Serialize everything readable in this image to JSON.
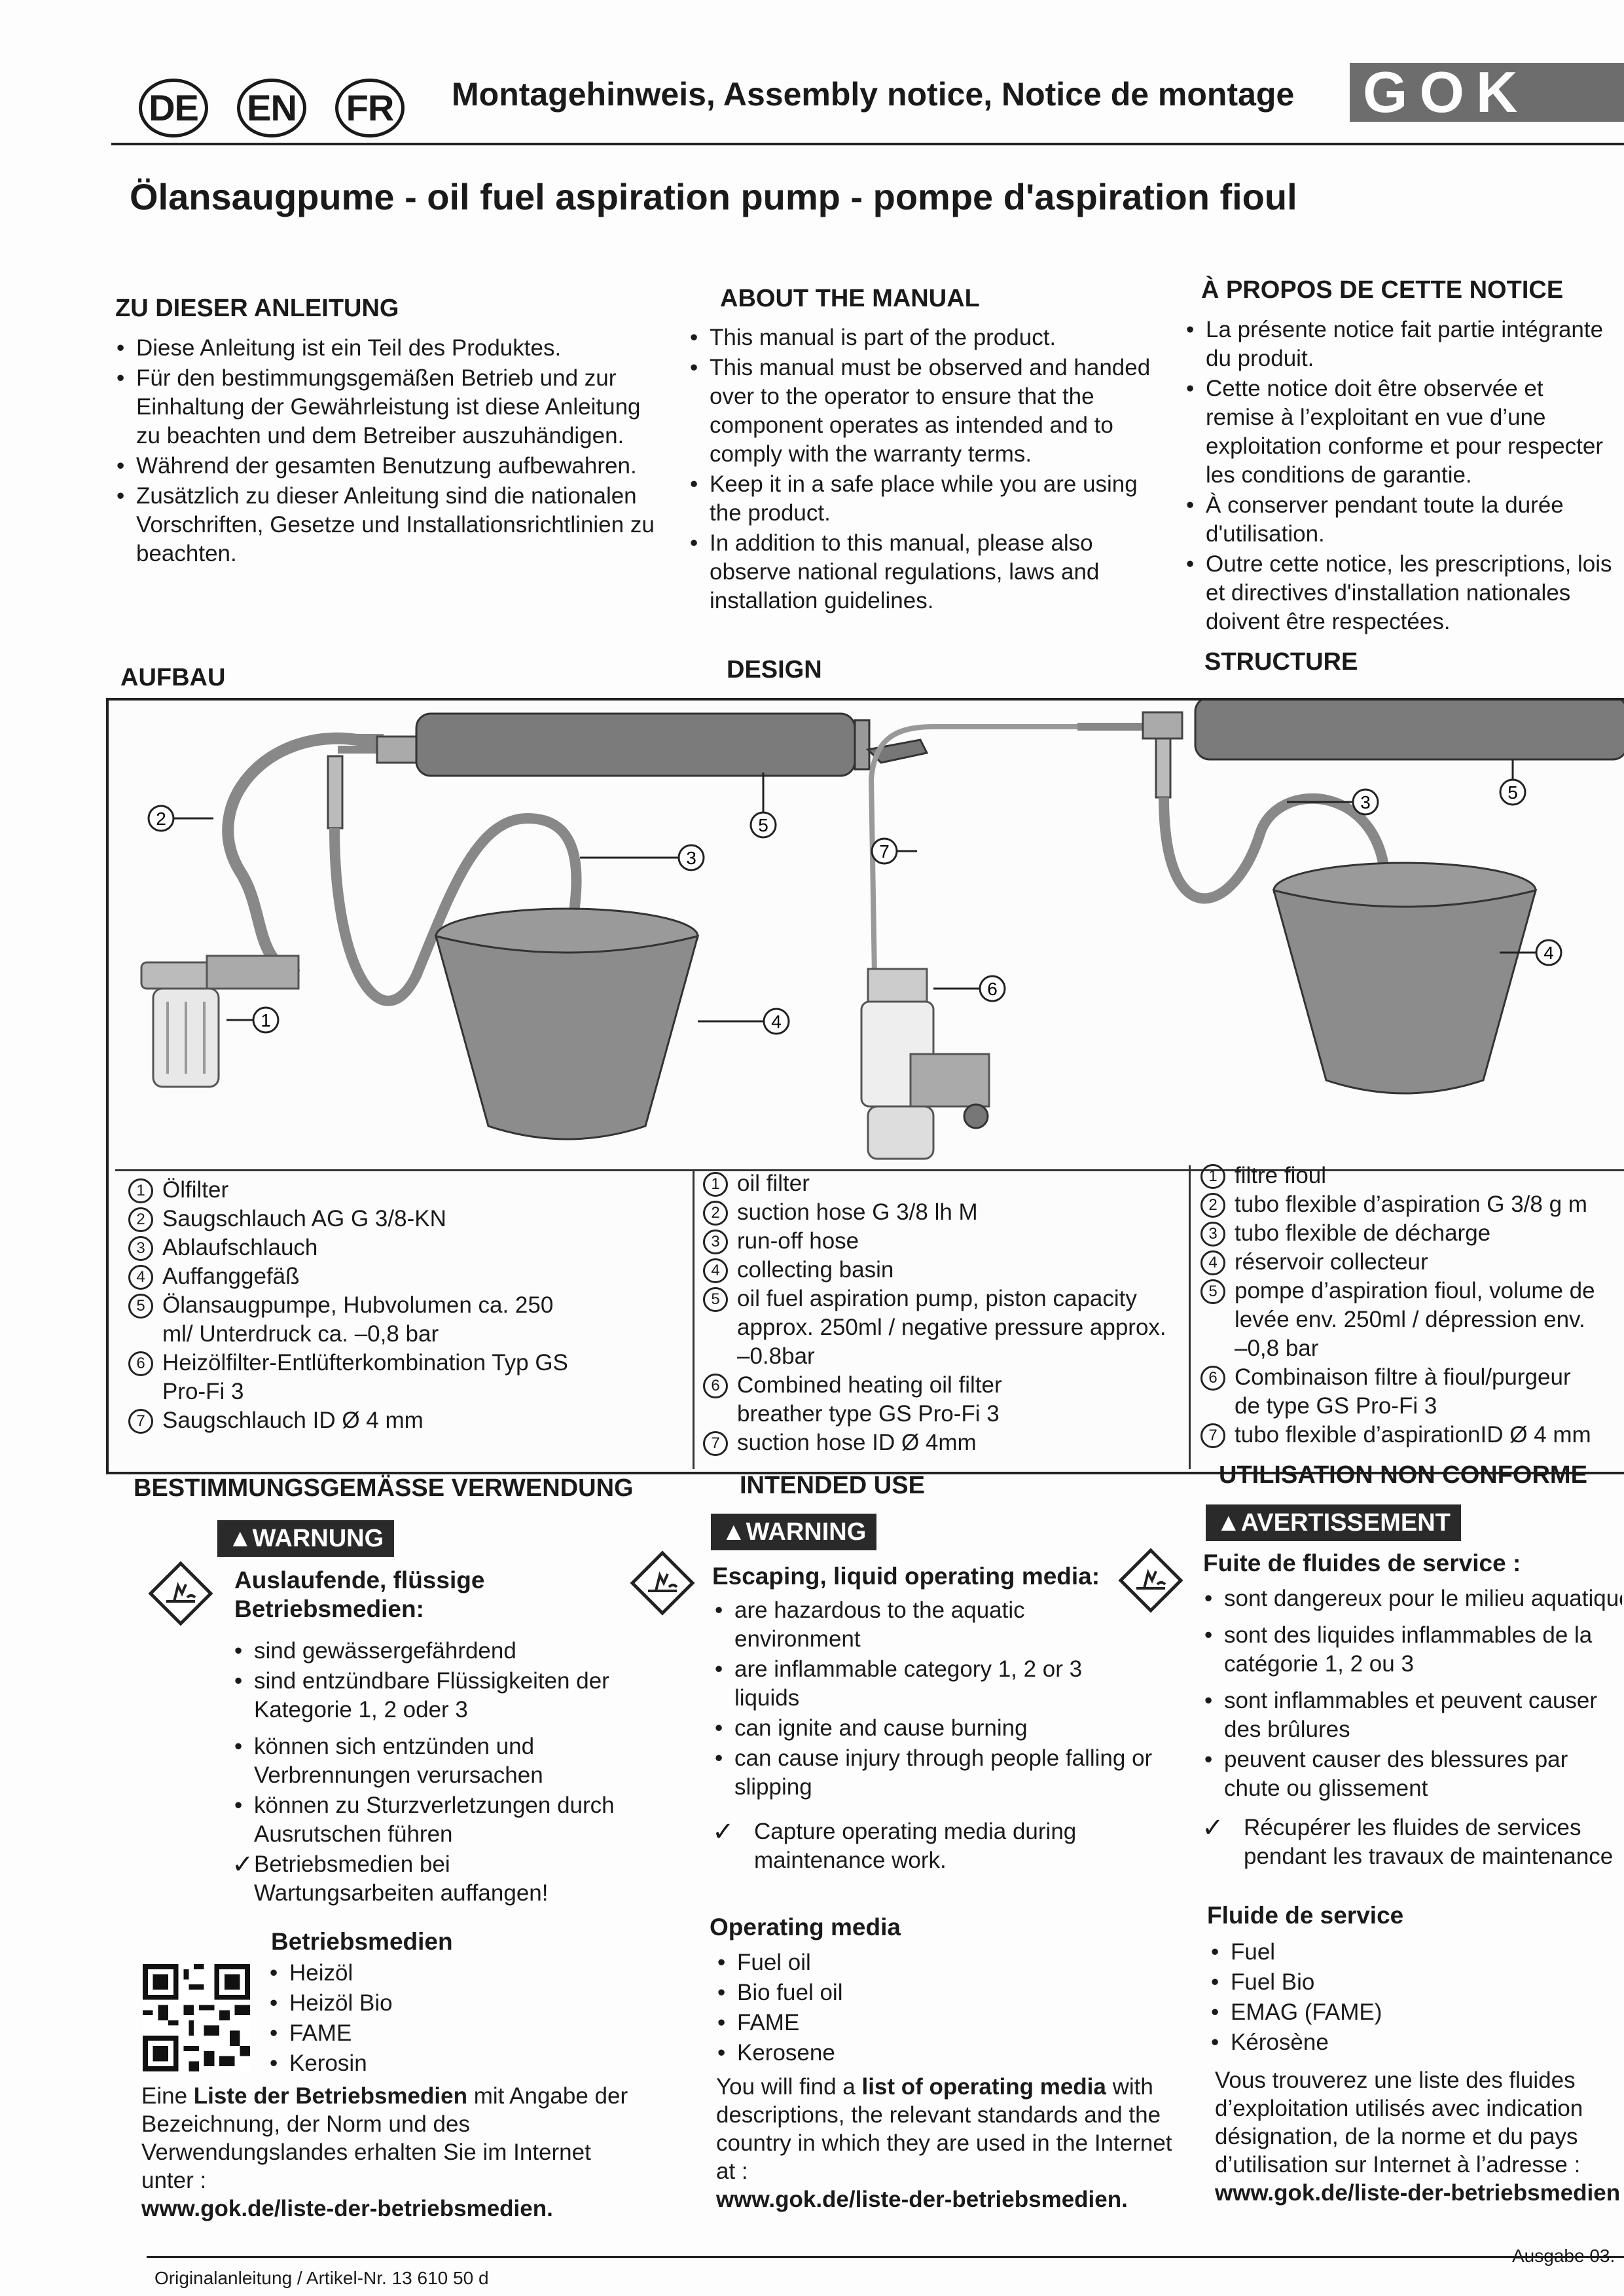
{
  "header": {
    "langs": [
      "DE",
      "EN",
      "FR"
    ],
    "title": "Montagehinweis, Assembly notice, Notice de montage",
    "logo": "GOK"
  },
  "main_title": "Ölansaugpume - oil fuel aspiration pump - pompe d'aspiration fioul",
  "about": {
    "de": {
      "heading": "ZU DIESER ANLEITUNG",
      "items": [
        "Diese Anleitung ist ein Teil des Produktes.",
        "Für den bestimmungsgemäßen Betrieb und zur Einhaltung der Gewährleistung ist diese Anleitung zu beachten und dem Betreiber auszuhändigen.",
        "Während der gesamten Benutzung aufbewahren.",
        "Zusätzlich zu dieser Anleitung sind die nationalen Vorschriften, Gesetze und Installationsrichtlinien zu beachten."
      ]
    },
    "en": {
      "heading": "ABOUT THE MANUAL",
      "items": [
        "This manual is part of the product.",
        "This manual must be observed and handed over to the operator to ensure that the component operates as intended and to comply with the warranty terms.",
        "Keep it in a safe place while you are using the product.",
        "In addition to this manual, please also observe national regulations, laws and installation guidelines."
      ]
    },
    "fr": {
      "heading": "À PROPOS DE CETTE NOTICE",
      "items": [
        "La présente notice fait partie intégrante du produit.",
        "Cette notice doit être observée et remise à l’exploitant en vue d’une exploitation conforme et pour respecter les conditions de garantie.",
        "À conserver pendant toute la durée d'utilisation.",
        "Outre cette notice, les prescriptions, lois et directives d'installation nationales doivent être respectées."
      ]
    }
  },
  "design": {
    "de": {
      "heading": "AUFBAU",
      "items": [
        "Ölfilter",
        "Saugschlauch AG G 3/8-KN",
        "Ablaufschlauch",
        "Auffanggefäß",
        "Ölansaugpumpe, Hubvolumen ca. 250 ml/ Unterdruck ca. –0,8 bar",
        "Heizölfilter-Entlüfterkombination Typ GS Pro-Fi 3",
        "Saugschlauch ID Ø 4 mm"
      ]
    },
    "en": {
      "heading": "DESIGN",
      "items": [
        "oil filter",
        "suction hose G 3/8 lh M",
        "run-off hose",
        "collecting basin",
        "oil fuel aspiration pump, piston capacity approx. 250ml / negative pressure approx. –0.8bar",
        "Combined heating oil filter breather type GS Pro-Fi 3",
        "suction hose ID Ø 4mm"
      ]
    },
    "fr": {
      "heading": "STRUCTURE",
      "items": [
        "filtre fioul",
        "tubo flexible d’aspiration G 3/8 g m",
        "tubo flexible de décharge",
        "réservoir collecteur",
        "pompe d’aspiration fioul, volume de levée env. 250ml / dépression env. –0,8 bar",
        "Combinaison filtre à fioul/purgeur de type GS Pro-Fi 3",
        "tubo flexible d’aspirationID Ø 4 mm"
      ]
    },
    "callouts": [
      "1",
      "2",
      "3",
      "4",
      "5",
      "6",
      "7"
    ]
  },
  "use": {
    "de": {
      "heading": "BESTIMMUNGSGEMÄSSE VERWENDUNG",
      "warning": "WARNUNG",
      "hazard_title": "Auslaufende, flüssige Betriebsmedien:",
      "items": [
        "sind gewässergefährdend",
        "sind entzündbare Flüssigkeiten der Kategorie 1, 2 oder 3",
        "können sich entzünden und Verbrennungen verursachen",
        "können zu Sturzverletzungen durch Ausrutschen führen"
      ],
      "action": "Betriebsmedien bei Wartungsarbeiten auffangen!",
      "media_title": "Betriebsmedien",
      "media": [
        "Heizöl",
        "Heizöl Bio",
        "FAME",
        "Kerosin"
      ],
      "list_pre": "Eine ",
      "list_bold": "Liste der Betriebsmedien",
      "list_post": " mit Angabe der Bezeichnung, der Norm und des Verwendungslandes erhalten Sie im Internet unter :",
      "url": "www.gok.de/liste-der-betriebsmedien."
    },
    "en": {
      "heading": "INTENDED USE",
      "warning": "WARNING",
      "hazard_title": "Escaping, liquid operating media:",
      "items": [
        "are hazardous to the aquatic environment",
        "are inflammable category 1, 2 or 3 liquids",
        "can ignite and cause burning",
        "can cause injury through people falling or slipping"
      ],
      "action": "Capture operating media during maintenance work.",
      "media_title": "Operating media",
      "media": [
        "Fuel oil",
        "Bio fuel oil",
        "FAME",
        "Kerosene"
      ],
      "list_pre": "You will find a ",
      "list_bold": "list of operating media",
      "list_post": " with descriptions, the relevant standards and the country in which they are used in the Internet at :",
      "url": "www.gok.de/liste-der-betriebsmedien."
    },
    "fr": {
      "heading": "UTILISATION NON CONFORME",
      "warning": "AVERTISSEMENT",
      "hazard_title": "Fuite de fluides de service :",
      "items": [
        "sont dangereux pour le milieu aquatique",
        "sont des liquides inflammables de la catégorie 1, 2 ou 3",
        "sont inflammables et peuvent causer des brûlures",
        "peuvent causer des blessures par chute ou glissement"
      ],
      "action": "Récupérer les fluides de services pendant les travaux de maintenance",
      "media_title": "Fluide de service",
      "media": [
        "Fuel",
        "Fuel Bio",
        "EMAG (FAME)",
        "Kérosène"
      ],
      "list_pre": "",
      "list_bold": "",
      "list_post": "Vous trouverez une liste des fluides d’exploitation utilisés avec indication désignation, de la norme et du pays d’utilisation sur Internet à l’adresse :",
      "url": "www.gok.de/liste-der-betriebsmedien."
    }
  },
  "footer": {
    "left": "Originalanleitung / Artikel-Nr. 13 610 50 d",
    "right": "Ausgabe 03."
  },
  "colors": {
    "ink": "#1a1a1a",
    "badge": "#2a2a2a",
    "logo": "#6d6d6d",
    "pump": "#7b7b7b"
  }
}
